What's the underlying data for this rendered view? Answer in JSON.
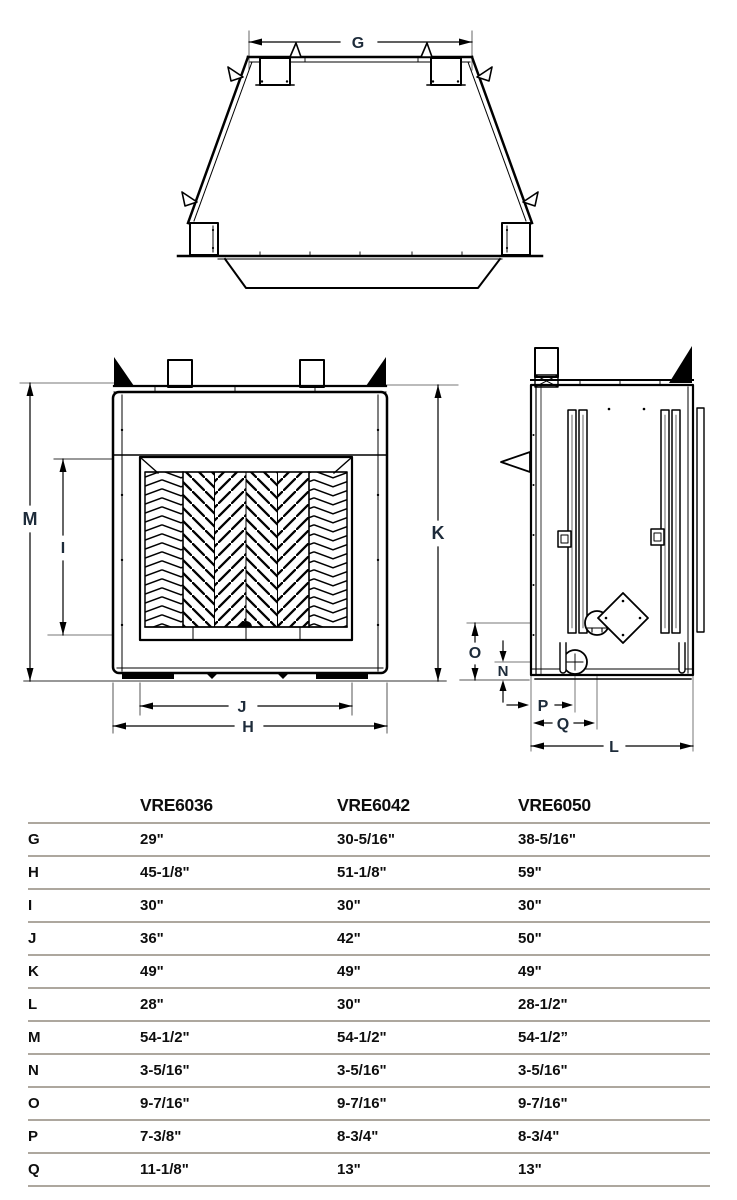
{
  "colors": {
    "line": "#000000",
    "ext_line": "#6e6e6e",
    "dim_label": "#1d2b3a",
    "table_rule": "#ada79e",
    "table_text": "#0e0e0e",
    "background": "#ffffff"
  },
  "top_view": {
    "labels": {
      "g": "G"
    }
  },
  "front_view": {
    "labels": {
      "m": "M",
      "i": "I",
      "k": "K",
      "j": "J",
      "h": "H"
    }
  },
  "side_view": {
    "labels": {
      "o": "O",
      "n": "N",
      "p": "P",
      "q": "Q",
      "l": "L"
    }
  },
  "table": {
    "columns": [
      "VRE6036",
      "VRE6042",
      "VRE6050"
    ],
    "rows": [
      {
        "label": "G",
        "values": [
          "29\"",
          "30-5/16\"",
          "38-5/16\""
        ]
      },
      {
        "label": "H",
        "values": [
          "45-1/8\"",
          "51-1/8\"",
          "59\""
        ]
      },
      {
        "label": "I",
        "values": [
          "30\"",
          "30\"",
          "30\""
        ]
      },
      {
        "label": "J",
        "values": [
          "36\"",
          "42\"",
          "50\""
        ]
      },
      {
        "label": "K",
        "values": [
          "49\"",
          "49\"",
          "49\""
        ]
      },
      {
        "label": "L",
        "values": [
          "28\"",
          "30\"",
          "28-1/2\""
        ]
      },
      {
        "label": "M",
        "values": [
          "54-1/2\"",
          "54-1/2\"",
          "54-1/2”"
        ]
      },
      {
        "label": "N",
        "values": [
          "3-5/16\"",
          "3-5/16\"",
          "3-5/16\""
        ]
      },
      {
        "label": "O",
        "values": [
          "9-7/16\"",
          "9-7/16\"",
          "9-7/16\""
        ]
      },
      {
        "label": "P",
        "values": [
          "7-3/8\"",
          "8-3/4\"",
          "8-3/4\""
        ]
      },
      {
        "label": "Q",
        "values": [
          "11-1/8\"",
          "13\"",
          "13\""
        ]
      }
    ]
  }
}
